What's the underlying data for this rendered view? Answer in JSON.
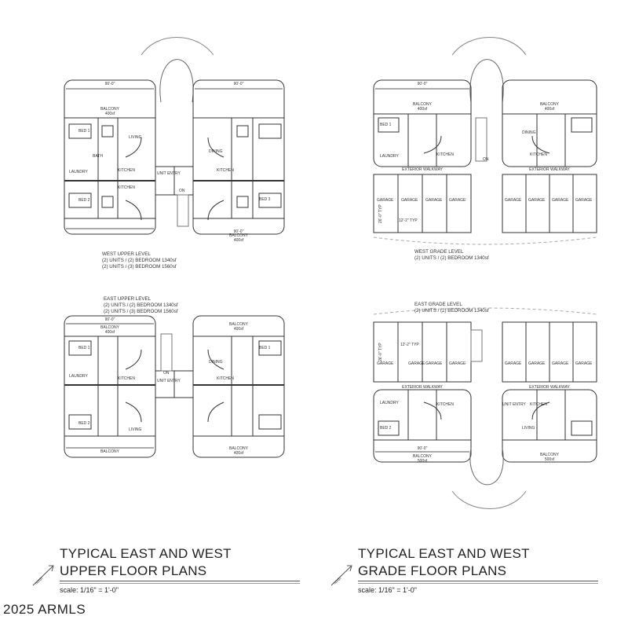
{
  "west_upper": {
    "dim_top": "90'-0\"",
    "dim_bottom": "90'-0\"",
    "balcony_top": "BALCONY",
    "balcony_top_area": "400sf",
    "balcony_bottom": "BALCONY",
    "balcony_bottom_area": "400sf",
    "caption_lines": [
      "WEST UPPER LEVEL",
      "(2) UNITS / (2) BEDROOM 1340sf",
      "(2) UNITS / (3) BEDROOM 1560sf"
    ]
  },
  "east_upper": {
    "dim_top": "90'-0\"",
    "balcony_top": "BALCONY",
    "balcony_top_area": "400sf",
    "balcony_bottom": "BALCONY",
    "balcony_bottom_area": "400sf",
    "caption_lines": [
      "EAST UPPER LEVEL",
      "(2) UNITS / (2) BEDROOM 1340sf",
      "(2) UNITS / (3) BEDROOM 1560sf"
    ]
  },
  "west_grade": {
    "dim_top": "90'-0\"",
    "balcony": "BALCONY",
    "balcony_area": "400sf",
    "walkway": "EXTERIOR WALKWAY",
    "garage": "GARAGE",
    "garage_dims": [
      "12'-2\" TYP",
      "26'-0\" TYP"
    ],
    "caption_lines": [
      "WEST GRADE LEVEL",
      "(2) UNITS / (2) BEDROOM 1340sf"
    ]
  },
  "east_grade": {
    "dim_bottom": "90'-0\"",
    "balcony": "BALCONY",
    "balcony_area": "500sf",
    "walkway": "EXTERIOR WALKWAY",
    "garage": "GARAGE",
    "garage_dims": [
      "12'-2\" TYP",
      "26'-0\" TYP"
    ],
    "caption_lines": [
      "EAST GRADE LEVEL",
      "(2) UNITS / (2) BEDROOM 1340sf"
    ]
  },
  "room_labels": {
    "bed1": "BED 1",
    "bed2": "BED 2",
    "bed3": "BED 3",
    "living": "LIVING",
    "dining": "DINING",
    "kitchen": "KITCHEN",
    "bath": "BATH",
    "laundry": "LAUNDRY",
    "unit_entry": "UNIT ENTRY",
    "on": "ON"
  },
  "left_title": {
    "line1": "TYPICAL EAST AND WEST",
    "line2": "UPPER FLOOR PLANS",
    "scale": "scale:  1/16\" = 1'-0\""
  },
  "right_title": {
    "line1": "TYPICAL EAST AND WEST",
    "line2": "GRADE FLOOR PLANS",
    "scale": "scale:  1/16\" = 1'-0\""
  },
  "north_label": "north",
  "copyright": "2025 ARMLS"
}
